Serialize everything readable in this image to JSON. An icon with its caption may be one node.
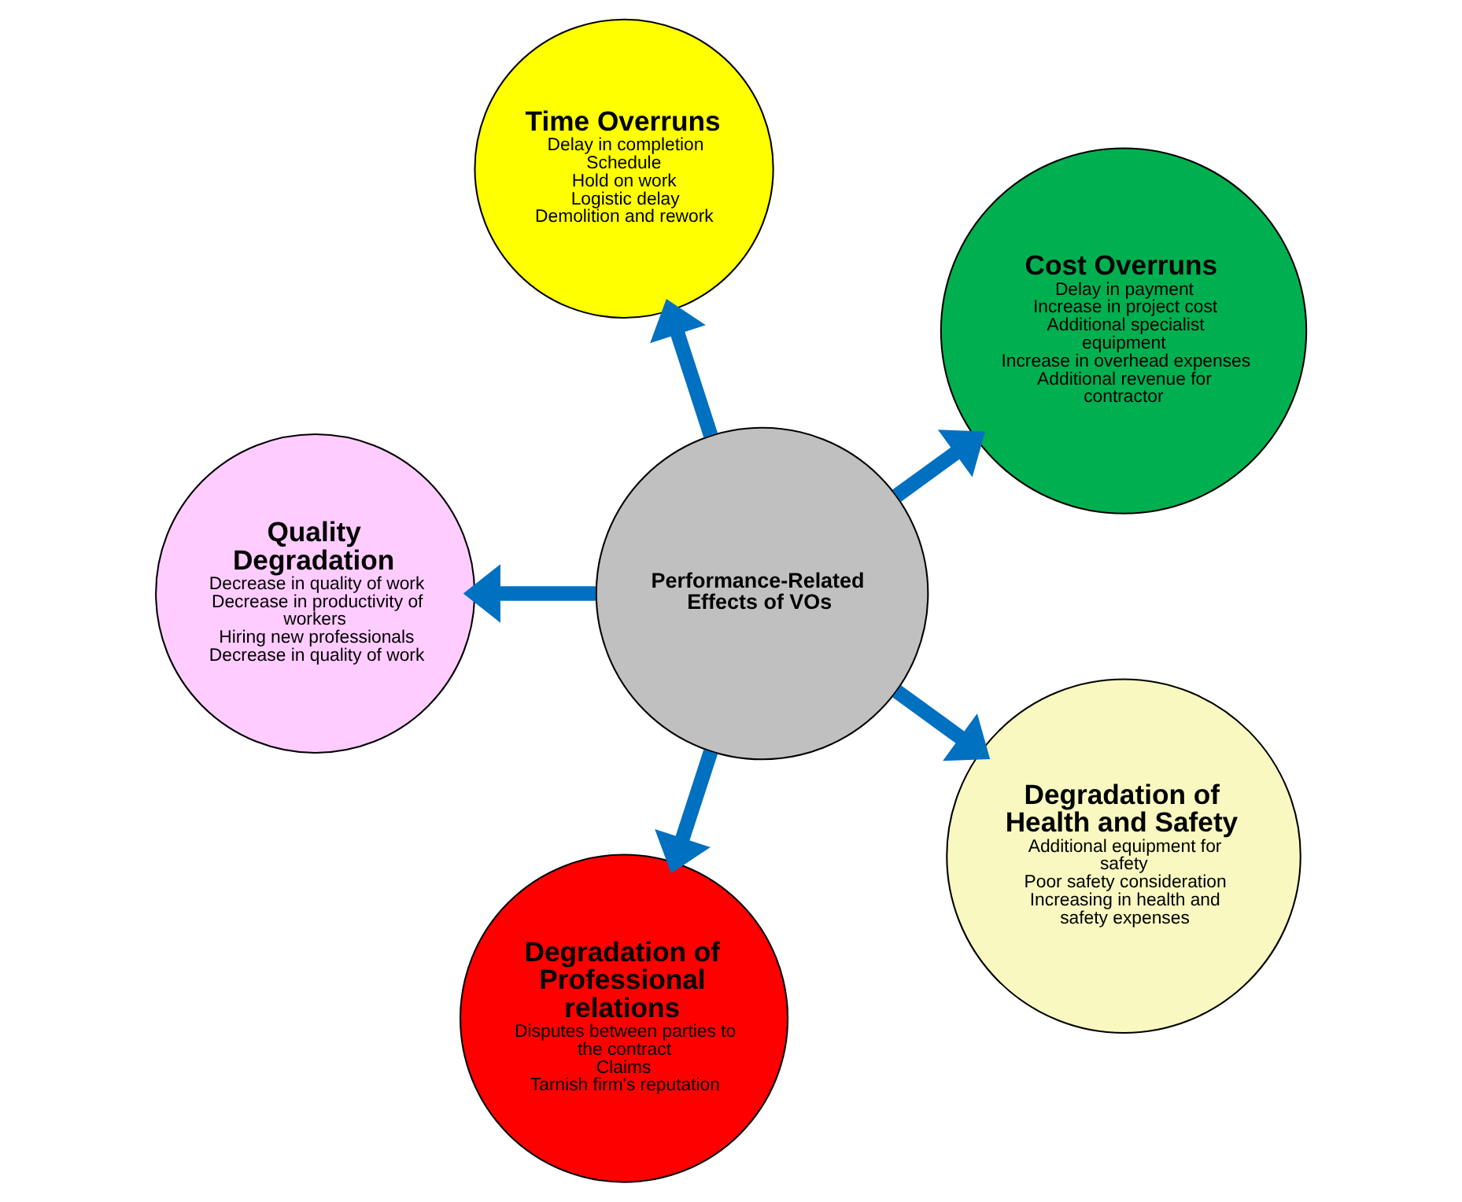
{
  "diagram": {
    "nodes": [
      {
        "text": [
          "Performance-Related Effects of VOs"
        ]
      },
      {
        "text": [
          "Cost Overruns",
          "Delay in payment",
          "Increase in project cost",
          "Additional specialist equipment",
          "Increase in overhead expenses",
          "Additional revenue for contractor"
        ]
      },
      {
        "text": [
          "Time Overruns",
          "Delay in completion",
          "Schedule",
          "Hold on work",
          "Logistic delay",
          "Demolition and rework"
        ]
      },
      {
        "text": [
          "Degradation of Health and Safety",
          "Additional equipment for safety",
          "Poor safety consideration",
          "Increasing in health and safety expenses"
        ]
      },
      {
        "text": [
          "Quality Degradation",
          "Decrease in quality of work",
          "Decrease in productivity of workers",
          "Hiring new professionals",
          "Decrease in quality of work"
        ]
      },
      {
        "text": [
          "Degradation of Professional relations",
          "Disputes between parties to the contract",
          "Claims",
          "Tarnish firm's reputation"
        ]
      }
    ],
    "edges": [
      {
        "from": 0,
        "to": 1,
        "arrow": "to"
      },
      {
        "from": 0,
        "to": 2,
        "arrow": "to"
      },
      {
        "from": 0,
        "to": 3,
        "arrow": "to"
      },
      {
        "from": 0,
        "to": 4,
        "arrow": "to"
      },
      {
        "from": 0,
        "to": 5,
        "arrow": "to"
      }
    ]
  }
}
